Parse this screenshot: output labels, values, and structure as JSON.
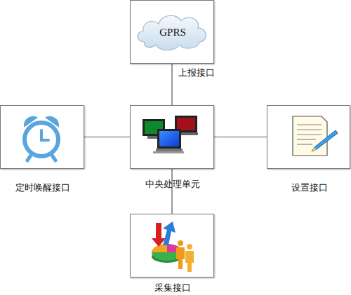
{
  "diagram": {
    "nodes": [
      {
        "text": [
          "GPRS",
          "上报接口"
        ]
      },
      {
        "text": [
          "定时唤醒接口"
        ]
      },
      {
        "text": [
          "中央处理单元"
        ]
      },
      {
        "text": [
          "设置接口"
        ]
      },
      {
        "text": [
          "采集接口"
        ]
      }
    ],
    "edges": [
      {
        "from": 2,
        "to": 0,
        "arrow": "none"
      },
      {
        "from": 2,
        "to": 1,
        "arrow": "none"
      },
      {
        "from": 2,
        "to": 3,
        "arrow": "none"
      },
      {
        "from": 2,
        "to": 4,
        "arrow": "none"
      }
    ]
  }
}
